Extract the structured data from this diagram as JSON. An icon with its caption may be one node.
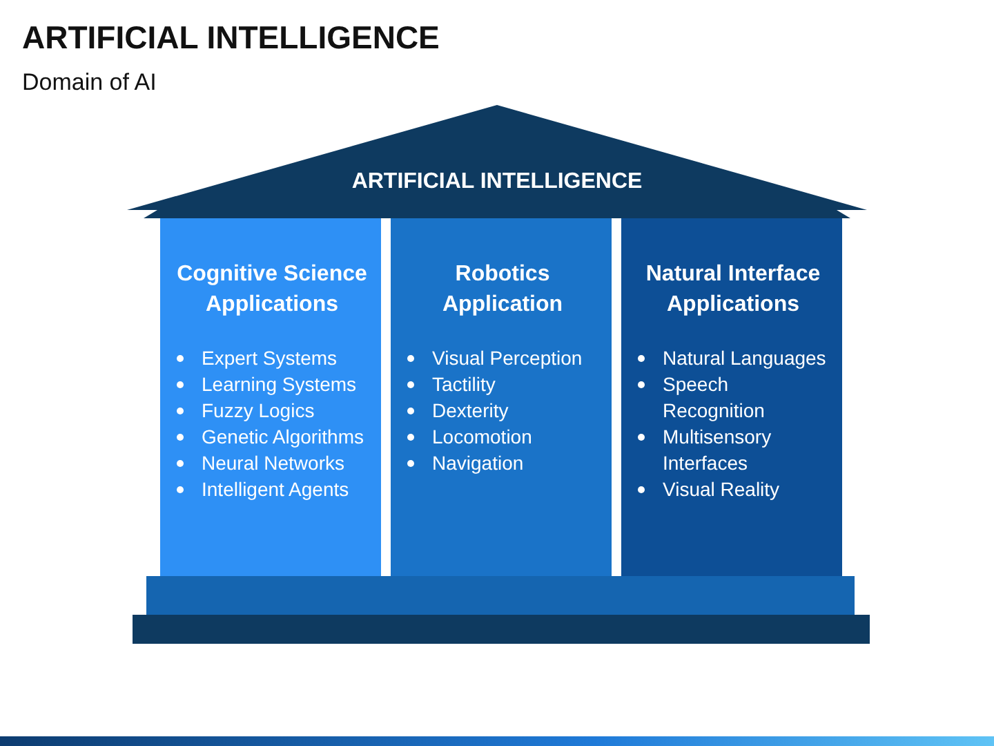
{
  "diagram": {
    "title": "ARTIFICIAL INTELLIGENCE",
    "nodes": [
      {
        "text": [
          "ARTIFICIAL INTELLIGENCE"
        ]
      },
      {
        "text": [
          "Cognitive Science Applications",
          "Expert Systems",
          "Learning Systems",
          "Fuzzy Logics",
          "Genetic Algorithms",
          "Neural Networks",
          "Intelligent Agents"
        ]
      },
      {
        "text": [
          "Robotics Application",
          "Visual Perception",
          "Tactility",
          "Dexterity",
          "Locomotion",
          "Navigation"
        ]
      },
      {
        "text": [
          "Natural Interface Applications",
          "Natural Languages",
          "Speech Recognition",
          "Multisensory Interfaces",
          "Visual Reality"
        ]
      },
      {
        "text": [],
        "shape": "bar"
      },
      {
        "text": [],
        "shape": "bar"
      }
    ],
    "edges": [],
    "labels": [
      "Domain of AI"
    ]
  }
}
